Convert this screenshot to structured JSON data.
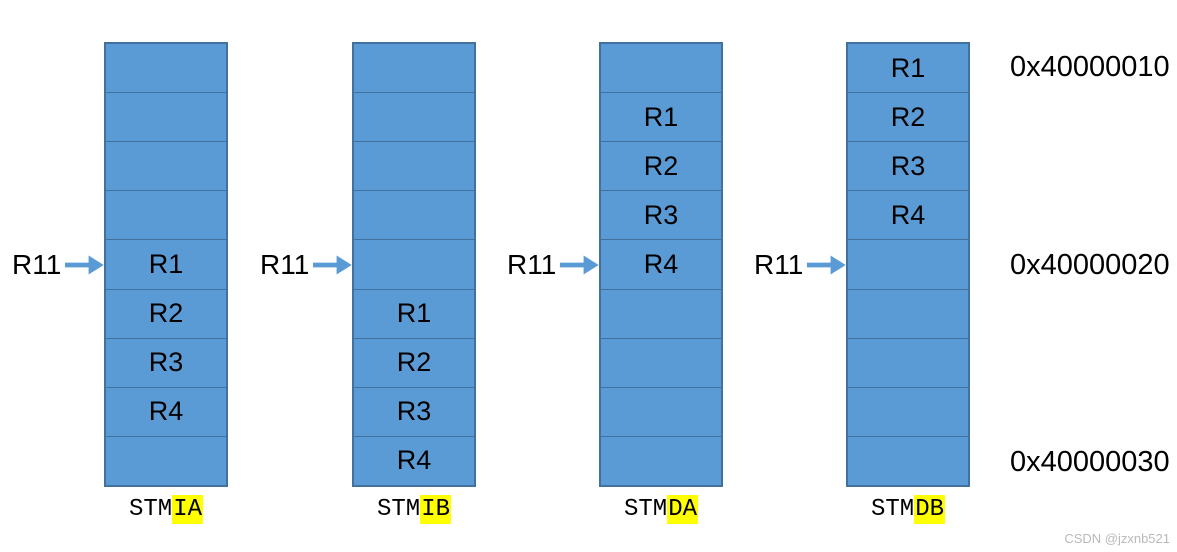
{
  "diagram": {
    "columns": [
      {
        "name": "STMIA",
        "label_prefix": "STM",
        "label_highlight": "IA",
        "pointer_label": "R11",
        "pointer_row": 5,
        "cells": [
          "",
          "",
          "",
          "",
          "R1",
          "R2",
          "R3",
          "R4",
          ""
        ]
      },
      {
        "name": "STMIB",
        "label_prefix": "STM",
        "label_highlight": "IB",
        "pointer_label": "R11",
        "pointer_row": 5,
        "cells": [
          "",
          "",
          "",
          "",
          "",
          "R1",
          "R2",
          "R3",
          "R4"
        ]
      },
      {
        "name": "STMDA",
        "label_prefix": "STM",
        "label_highlight": "DA",
        "pointer_label": "R11",
        "pointer_row": 5,
        "cells": [
          "",
          "R1",
          "R2",
          "R3",
          "R4",
          "",
          "",
          "",
          ""
        ]
      },
      {
        "name": "STMDB",
        "label_prefix": "STM",
        "label_highlight": "DB",
        "pointer_label": "R11",
        "pointer_row": 5,
        "cells": [
          "R1",
          "R2",
          "R3",
          "R4",
          "",
          "",
          "",
          "",
          ""
        ]
      }
    ],
    "addresses": [
      {
        "text": "0x40000010",
        "row": 1
      },
      {
        "text": "0x40000020",
        "row": 5
      },
      {
        "text": "0x40000030",
        "row": 9
      }
    ],
    "colors": {
      "cell_fill": "#5B9BD5",
      "cell_border": "#41719C",
      "arrow": "#5B9BD5",
      "highlight": "#FFFF00",
      "text": "#000000",
      "watermark": "#B9B9B9"
    },
    "watermark": "CSDN @jzxnb521"
  }
}
